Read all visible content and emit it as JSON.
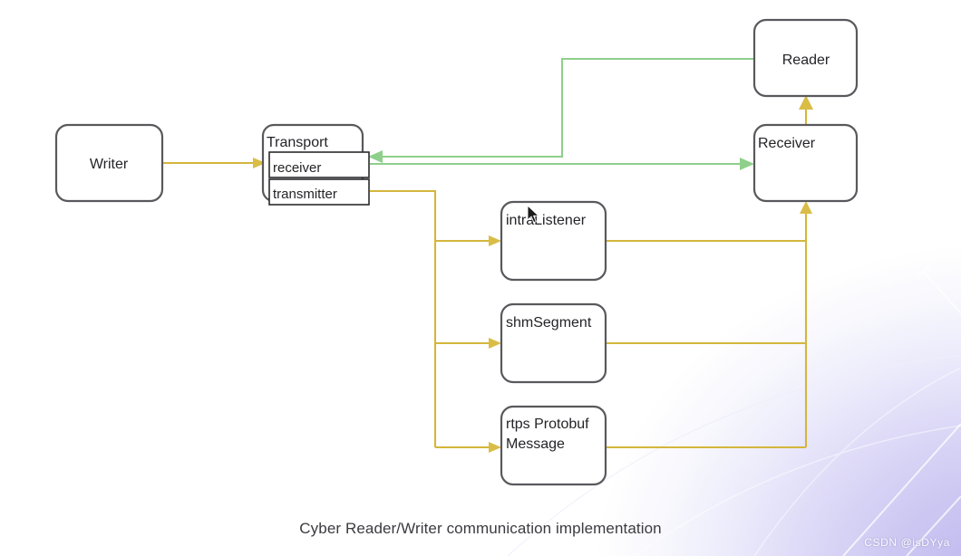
{
  "diagram": {
    "caption": "Cyber Reader/Writer communication implementation",
    "watermark": "CSDN @isDYya",
    "colors": {
      "node_stroke": "#59595d",
      "node_fill": "#ffffff",
      "edge_yellow": "#d4b63c",
      "edge_green": "#8fcf8c",
      "text": "#242428",
      "background_accent": "#bcb6ee"
    },
    "nodes": [
      {
        "id": "writer",
        "label": "Writer",
        "align": "center"
      },
      {
        "id": "transport",
        "label": "Transport",
        "align": "lead"
      },
      {
        "id": "receiver_sub",
        "label": "receiver",
        "align": "lead"
      },
      {
        "id": "transmitter_sub",
        "label": "transmitter",
        "align": "lead"
      },
      {
        "id": "intralistener",
        "label": "intraListener",
        "align": "lead"
      },
      {
        "id": "shmsegment",
        "label": "shmSegment",
        "align": "lead"
      },
      {
        "id": "rtps_line1",
        "label": "rtps Protobuf",
        "align": "lead"
      },
      {
        "id": "rtps_line2",
        "label": "Message",
        "align": "lead"
      },
      {
        "id": "reader",
        "label": "Reader",
        "align": "center"
      },
      {
        "id": "receiver",
        "label": "Receiver",
        "align": "lead"
      }
    ],
    "edges": [
      {
        "id": "writer-to-transport",
        "from": "writer",
        "to": "transport",
        "color": "yellow"
      },
      {
        "id": "transmitter-to-intralistener",
        "from": "transmitter_sub",
        "to": "intralistener",
        "color": "yellow"
      },
      {
        "id": "transmitter-to-shmsegment",
        "from": "transmitter_sub",
        "to": "shmsegment",
        "color": "yellow"
      },
      {
        "id": "transmitter-to-rtps",
        "from": "transmitter_sub",
        "to": "rtps_line1",
        "color": "yellow"
      },
      {
        "id": "intralistener-to-receiver",
        "from": "intralistener",
        "to": "receiver",
        "color": "yellow"
      },
      {
        "id": "shmsegment-to-receiver",
        "from": "shmsegment",
        "to": "receiver",
        "color": "yellow"
      },
      {
        "id": "rtps-to-receiver",
        "from": "rtps_line1",
        "to": "receiver",
        "color": "yellow"
      },
      {
        "id": "receiver-to-reader",
        "from": "receiver",
        "to": "reader",
        "color": "yellow"
      },
      {
        "id": "reader-to-transport-receiver",
        "from": "reader",
        "to": "receiver_sub",
        "color": "green"
      },
      {
        "id": "transport-receiver-to-receiver",
        "from": "receiver_sub",
        "to": "receiver",
        "color": "green"
      }
    ]
  }
}
